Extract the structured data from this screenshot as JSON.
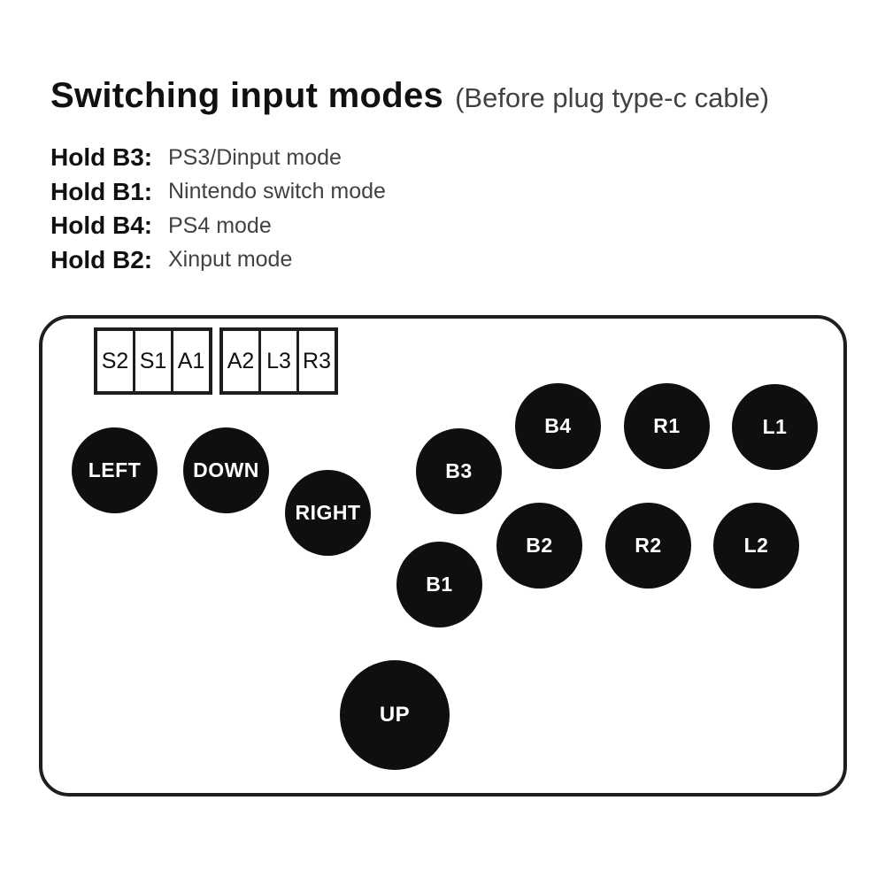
{
  "title": {
    "main": "Switching input modes",
    "suffix": "(Before plug type-c cable)"
  },
  "instructions": [
    {
      "hold": "Hold B3:",
      "mode": "PS3/Dinput mode"
    },
    {
      "hold": "Hold B1:",
      "mode": "Nintendo switch mode"
    },
    {
      "hold": "Hold B4:",
      "mode": "PS4 mode"
    },
    {
      "hold": "Hold B2:",
      "mode": "Xinput mode"
    }
  ],
  "controller": {
    "aux_buttons": [
      "S2",
      "S1",
      "A1",
      "A2",
      "L3",
      "R3"
    ],
    "buttons": [
      {
        "label": "LEFT"
      },
      {
        "label": "DOWN"
      },
      {
        "label": "RIGHT"
      },
      {
        "label": "B3"
      },
      {
        "label": "B1"
      },
      {
        "label": "B4"
      },
      {
        "label": "R1"
      },
      {
        "label": "L1"
      },
      {
        "label": "B2"
      },
      {
        "label": "R2"
      },
      {
        "label": "L2"
      },
      {
        "label": "UP"
      }
    ],
    "colors": {
      "button_fill": "#0f0f0f",
      "button_text": "#ffffff",
      "outline": "#1e1e1e",
      "text_primary": "#111111",
      "text_secondary": "#424242"
    }
  }
}
